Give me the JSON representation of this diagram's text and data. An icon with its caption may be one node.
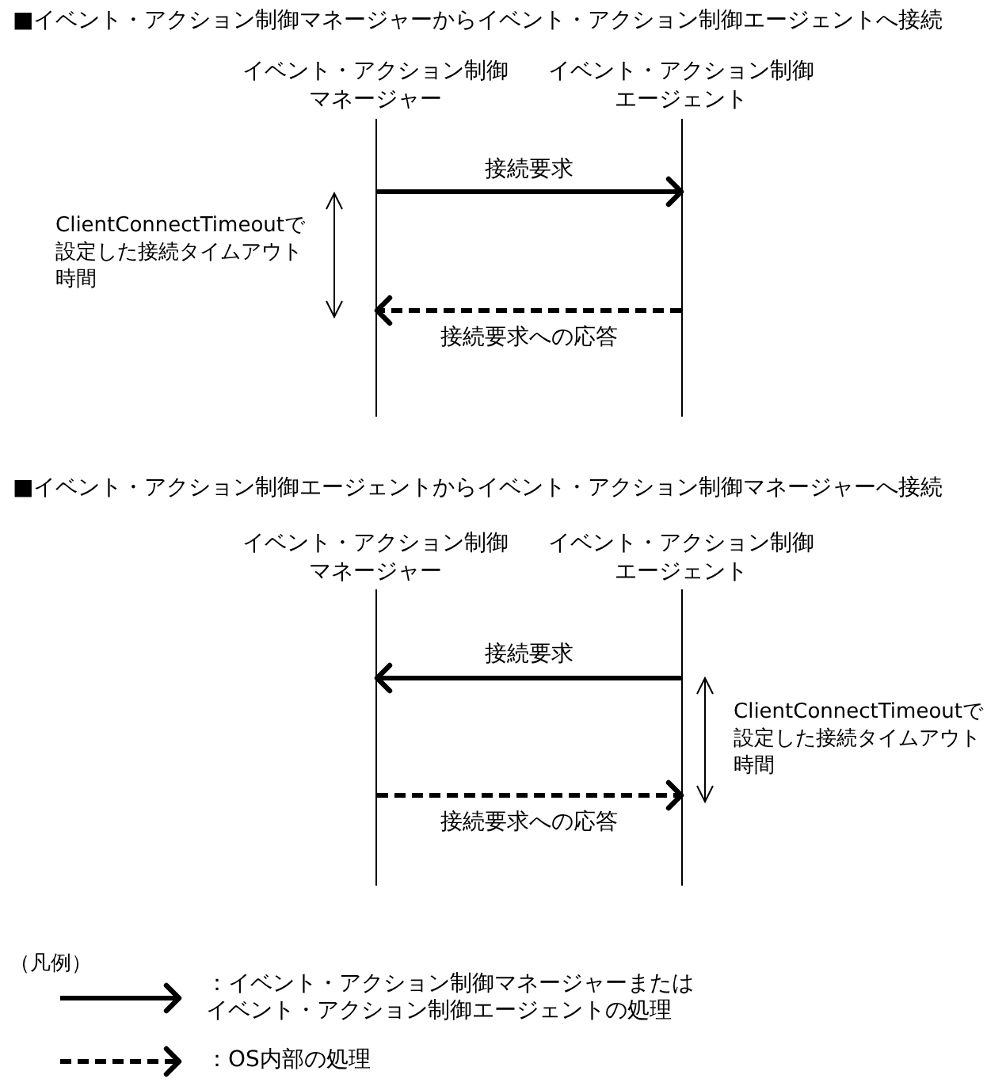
{
  "diagram": {
    "nodes": [
      {
        "text": [
          "イベント・アクション制御マネージャー"
        ]
      },
      {
        "text": [
          "イベント・アクション制御エージェント"
        ]
      },
      {
        "text": [],
        "shape": "bar"
      },
      {
        "text": [],
        "shape": "bar"
      },
      {
        "text": [
          "イベント・アクション制御マネージャー"
        ]
      },
      {
        "text": [
          "イベント・アクション制御エージェント"
        ]
      },
      {
        "text": [],
        "shape": "bar"
      },
      {
        "text": [],
        "shape": "bar"
      }
    ],
    "edges": [
      {
        "from": 2,
        "to": 3,
        "arrow": "to",
        "label": "接続要求"
      },
      {
        "from": 3,
        "to": 2,
        "arrow": "to",
        "label": "接続要求への応答",
        "style": "dashed"
      },
      {
        "from": 7,
        "to": 6,
        "arrow": "to",
        "label": "接続要求"
      },
      {
        "from": 6,
        "to": 7,
        "arrow": "to",
        "label": "接続要求への応答",
        "style": "dashed"
      }
    ],
    "labels": [
      "■イベント・アクション制御マネージャーからイベント・アクション制御エージェントへ接続",
      "ClientConnectTimeoutで設定した接続タイムアウト時間",
      "■イベント・アクション制御エージェントからイベント・アクション制御マネージャーへ接続",
      "ClientConnectTimeoutで設定した接続タイムアウト時間",
      "（凡例）"
    ],
    "legend": [
      {
        "text": "：イベント・アクション制御マネージャーまたはイベント・アクション制御エージェントの処理"
      },
      {
        "text": "：OS内部の処理"
      }
    ]
  }
}
